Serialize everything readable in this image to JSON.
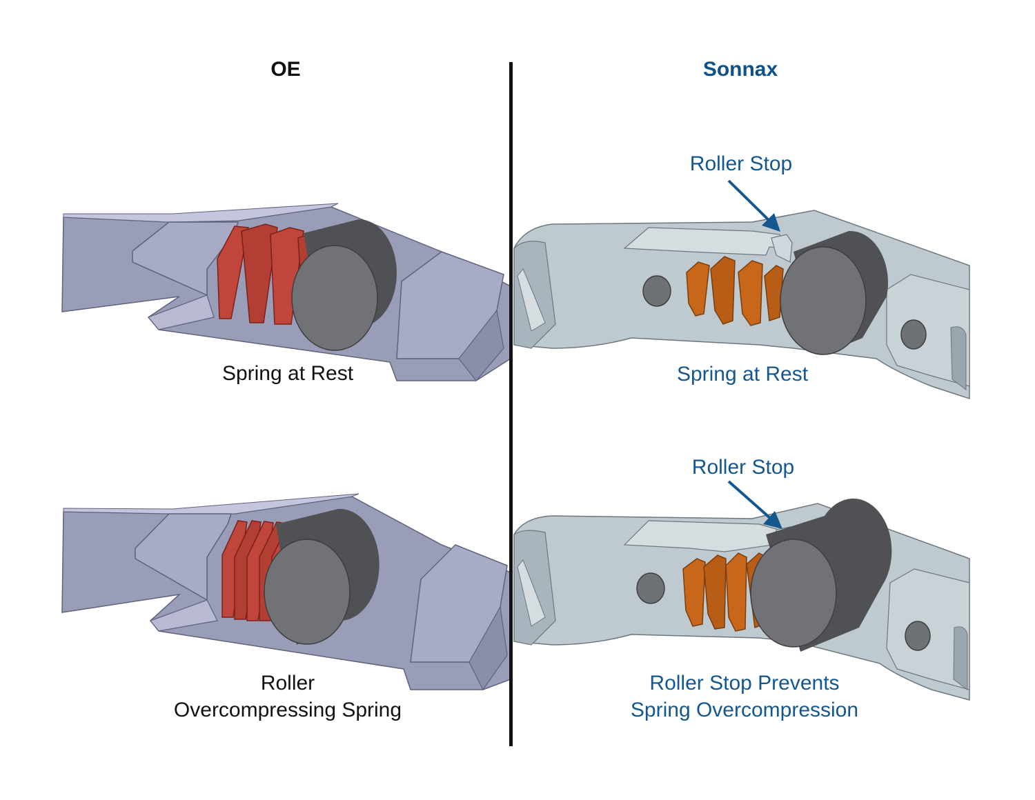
{
  "headings": {
    "oe": "OE",
    "sonnax": "Sonnax"
  },
  "oe_top": {
    "caption": "Spring at Rest"
  },
  "oe_bottom": {
    "caption_line1": "Roller",
    "caption_line2": "Overcompressing Spring"
  },
  "sonnax_top": {
    "callout": "Roller Stop",
    "caption": "Spring at Rest"
  },
  "sonnax_bottom": {
    "callout": "Roller Stop",
    "caption_line1": "Roller Stop Prevents",
    "caption_line2": "Spring Overcompression"
  },
  "colors": {
    "oe_body": "#9a9db8",
    "oe_body_light": "#c3c6dc",
    "oe_spring": "#c0453a",
    "roller": "#6f7174",
    "sonnax_body": "#bfcad0",
    "sonnax_spring": "#c8661a",
    "accent_blue": "#14578f"
  }
}
